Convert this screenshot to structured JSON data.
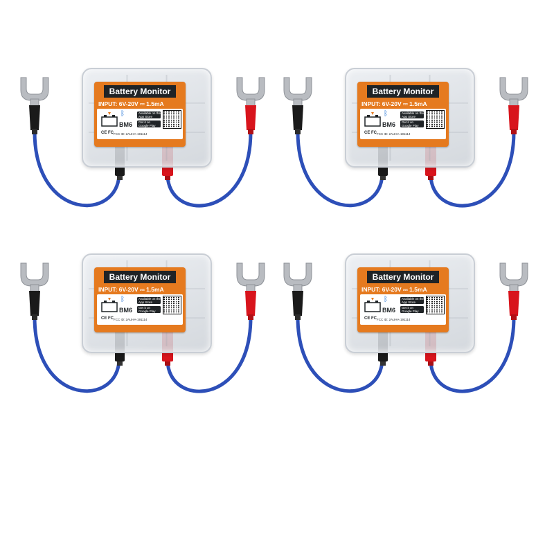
{
  "product": {
    "title": "Battery Monitor",
    "input_spec": "INPUT: 6V-20V ⎓ 1.5mA",
    "model": "BM6",
    "app_store_badge": "Available on the App Store",
    "google_play_badge": "Get it on Google Play",
    "certifications": "CE FC",
    "fcc_id": "FCC ID: 2AUHA-191114"
  },
  "colors": {
    "label_orange": "#e57a1f",
    "title_bar": "#1f2326",
    "negative_boot": "#1a1a1a",
    "positive_boot": "#d8141c",
    "cable_blue": "#2d4fb8",
    "terminal_metal": "#b9bcc1"
  },
  "icons": [
    "battery-icon",
    "bluetooth-icon",
    "qr-code"
  ],
  "unit_count": 4
}
